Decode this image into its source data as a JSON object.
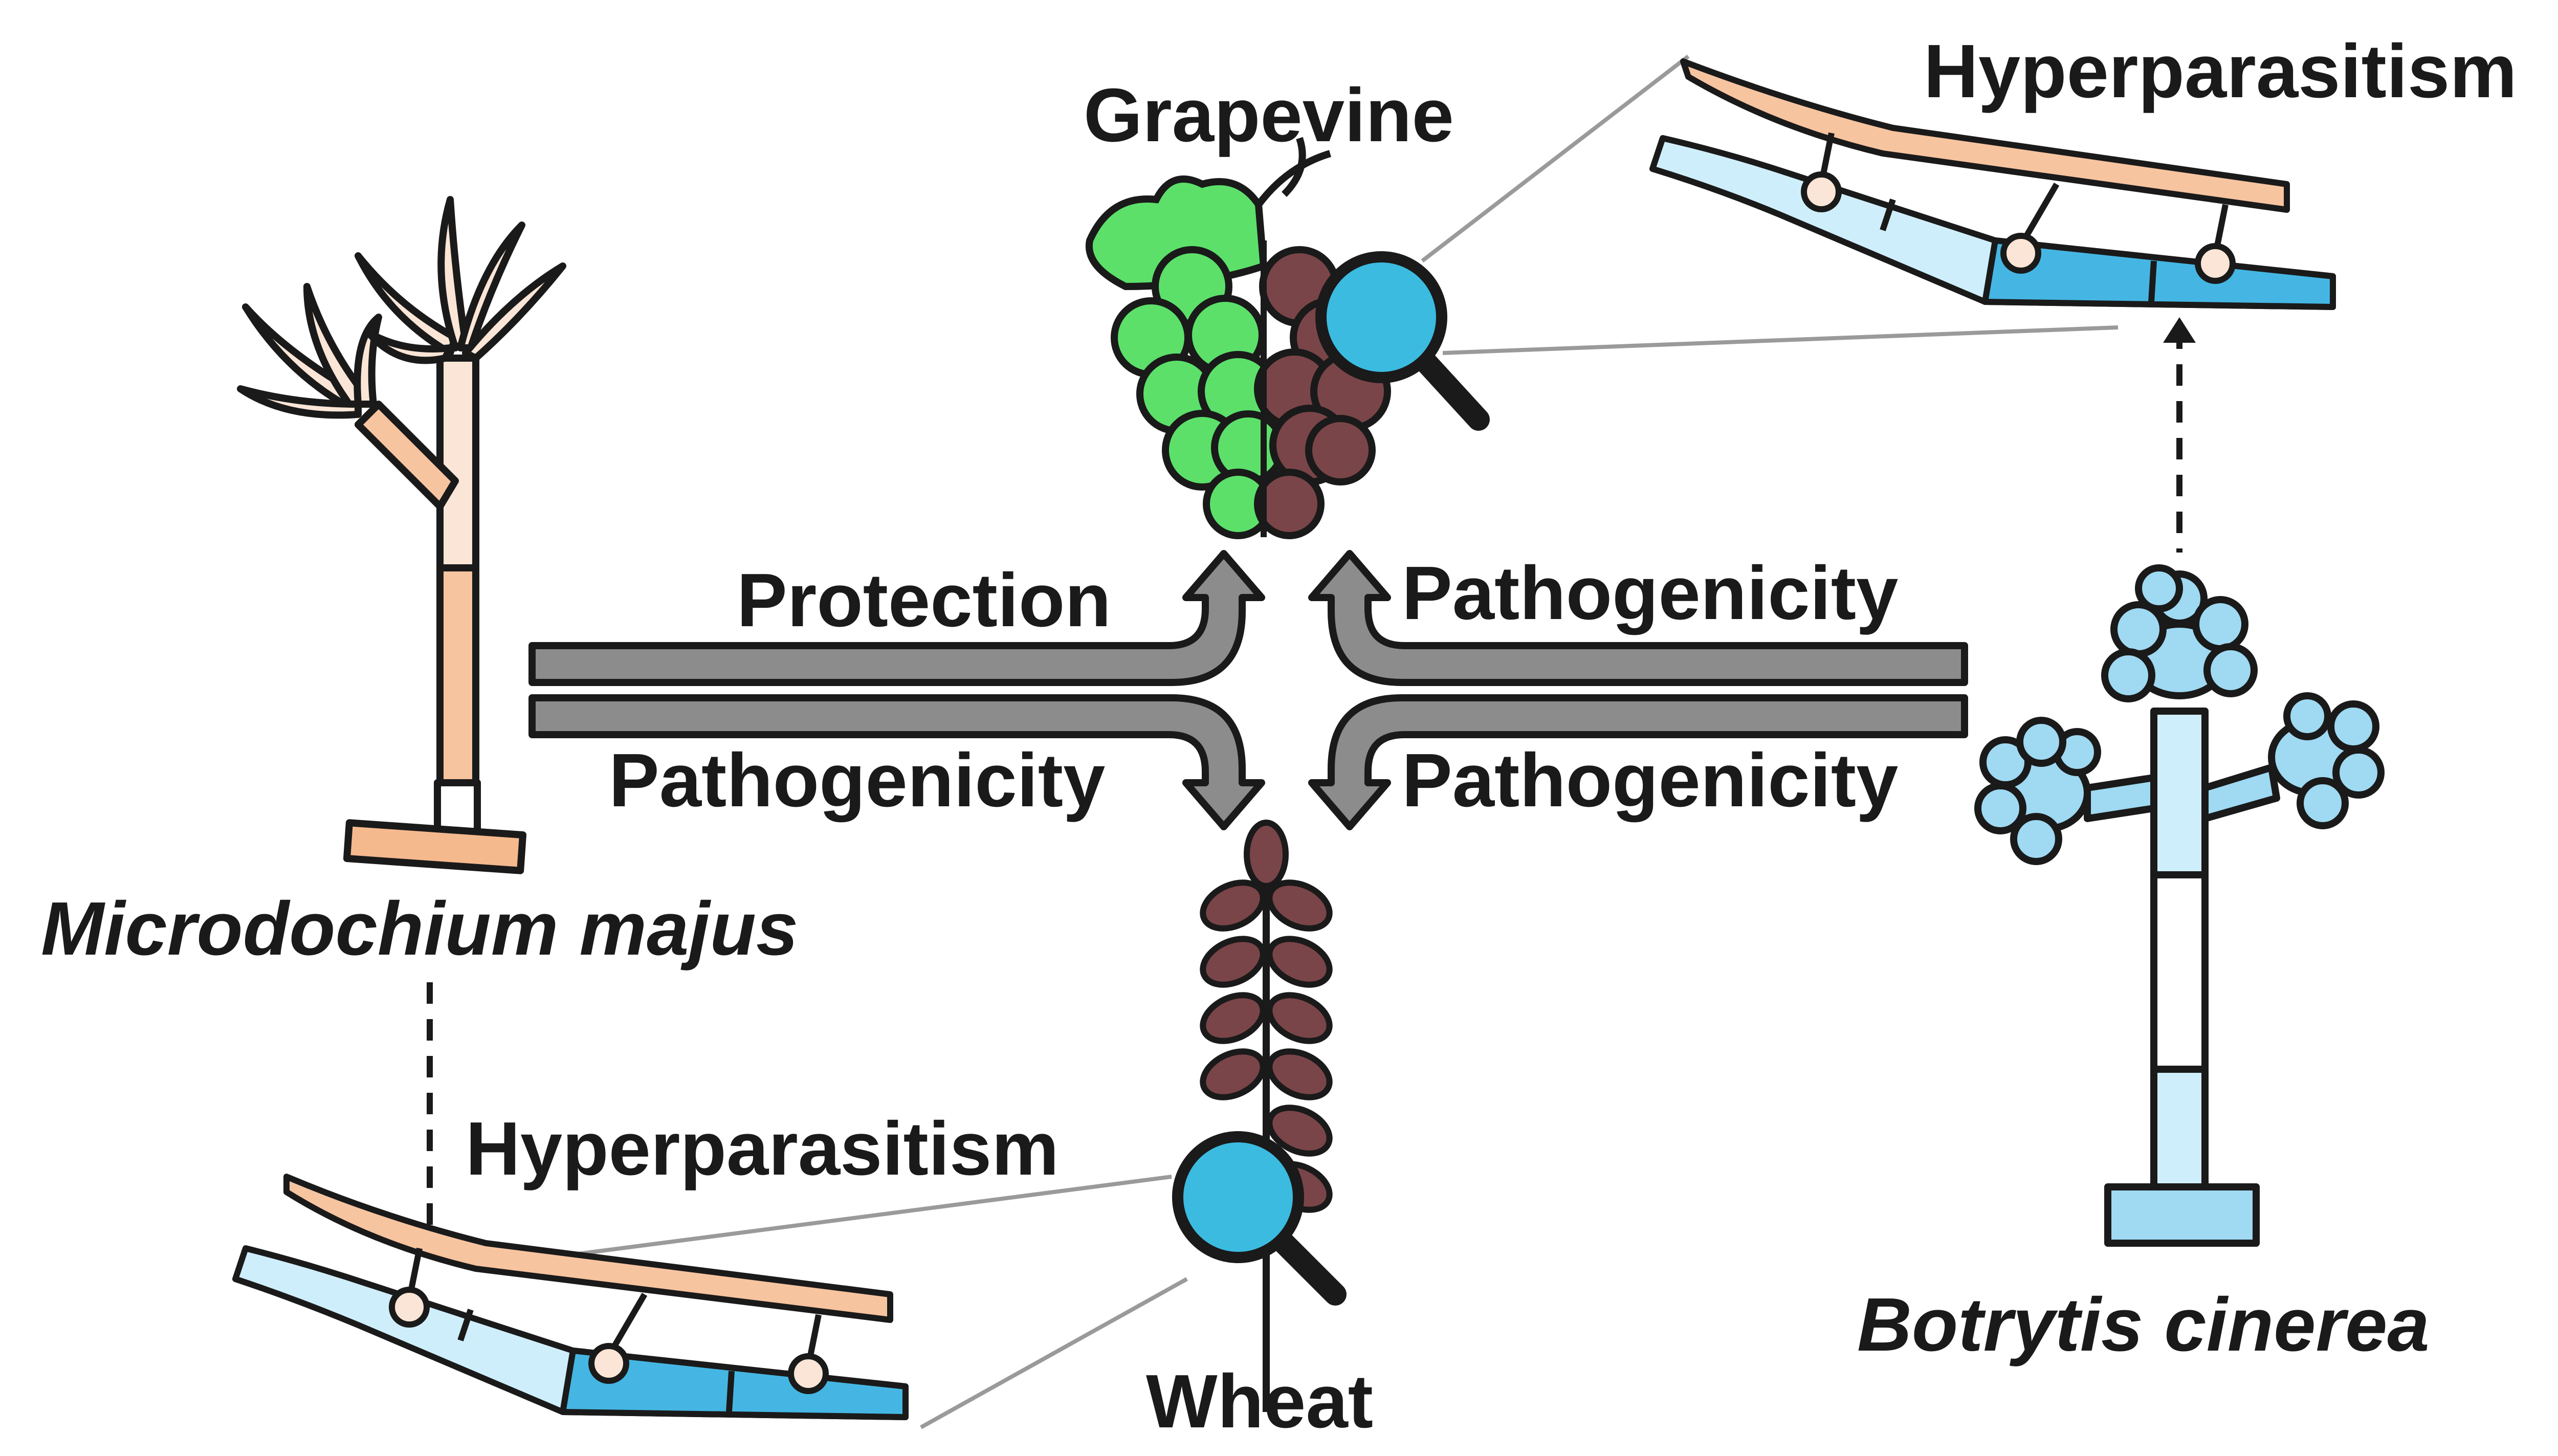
{
  "labels": {
    "grapevine": "Grapevine",
    "wheat": "Wheat",
    "protection": "Protection",
    "pathogenicity_top_right": "Pathogenicity",
    "pathogenicity_bottom_left": "Pathogenicity",
    "pathogenicity_bottom_right": "Pathogenicity",
    "hyperparasitism_top": "Hyperparasitism",
    "hyperparasitism_bottom": "Hyperparasitism",
    "species_left": "Microdochium majus",
    "species_right": "Botrytis cinerea"
  },
  "colors": {
    "microdochium_orange": "#f0a070",
    "botrytis_blue": "#45b6e3",
    "botrytis_light": "#cfeefb",
    "grape_green": "#5ce06a",
    "grape_brown": "#7a4548",
    "lens_blue": "#3bbbe0",
    "arrow_grey": "#8c8c8c",
    "outline": "#1a1a1a"
  },
  "icons": {
    "grapevine": "grape-cluster-icon",
    "wheat": "wheat-ear-icon",
    "magnifier": "magnifier-icon"
  }
}
